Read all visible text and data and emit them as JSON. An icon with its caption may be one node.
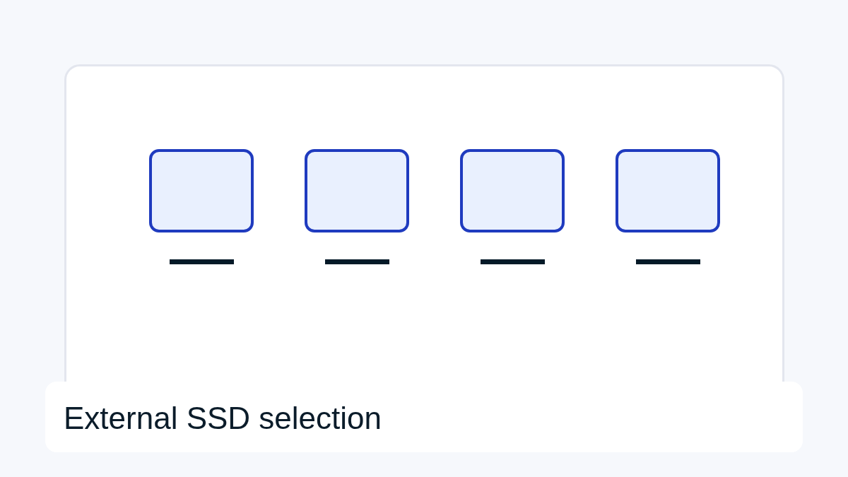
{
  "diagram": {
    "title": "External SSD selection",
    "nodes": [
      {
        "text": [],
        "shape": "box"
      },
      {
        "text": [],
        "shape": "box"
      },
      {
        "text": [],
        "shape": "box"
      },
      {
        "text": [],
        "shape": "box"
      }
    ]
  }
}
